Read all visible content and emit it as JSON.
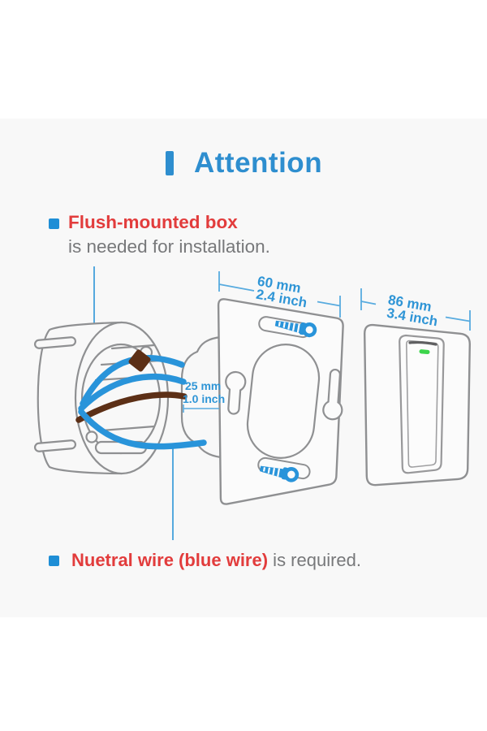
{
  "title": {
    "text": "Attention"
  },
  "notes": {
    "note1": {
      "highlight": "Flush-mounted box",
      "rest": "is needed for installation."
    },
    "note2": {
      "highlight": "Nuetral wire (blue wire)",
      "rest": " is required."
    }
  },
  "diagram": {
    "dims": {
      "frame_width": {
        "mm": "60 mm",
        "inch": "2.4 inch"
      },
      "panel_width": {
        "mm": "86 mm",
        "inch": "3.4 inch"
      },
      "box_depth": {
        "mm": "25 mm",
        "inch": "1.0 inch"
      }
    },
    "parts": {
      "box": "flush-mounted-box",
      "module": "switch-module",
      "frame": "mounting-frame",
      "screws": "mounting-screws",
      "panel": "switch-panel",
      "rocker": "rocker-switch",
      "led": "led-indicator",
      "wires": {
        "neutral": "blue",
        "live": "brown"
      }
    },
    "colors": {
      "accent_blue": "#2e8ecf",
      "bullet_blue": "#1e8ed6",
      "alert_red": "#e23c3c",
      "text_gray": "#77787a",
      "outline_gray": "#8f9092",
      "wire_blue": "#2994da",
      "wire_brown": "#5c2f16",
      "led_green": "#3dd54c",
      "dim_blue": "#2f95d6",
      "panel_bg": "#f8f8f8"
    }
  }
}
